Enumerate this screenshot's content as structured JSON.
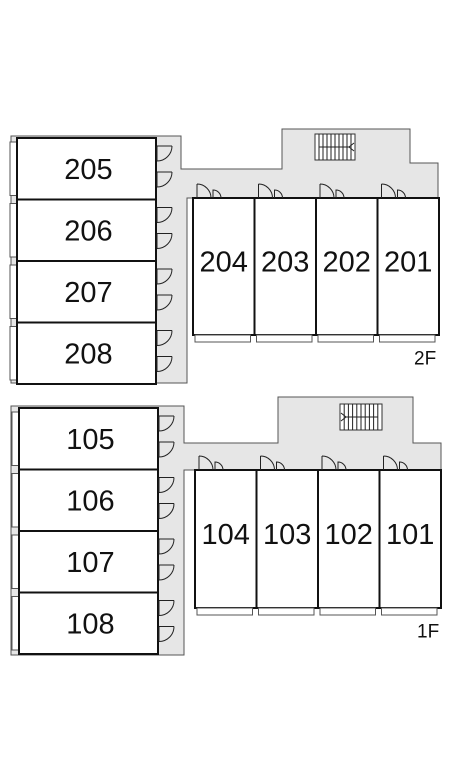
{
  "floors": [
    {
      "label": "2F",
      "left_units": [
        "205",
        "206",
        "207",
        "208"
      ],
      "right_units": [
        "204",
        "203",
        "202",
        "201"
      ]
    },
    {
      "label": "1F",
      "left_units": [
        "105",
        "106",
        "107",
        "108"
      ],
      "right_units": [
        "104",
        "103",
        "102",
        "101"
      ]
    }
  ],
  "icons": {
    "door": "door-swing-icon",
    "stair": "staircase-icon"
  }
}
